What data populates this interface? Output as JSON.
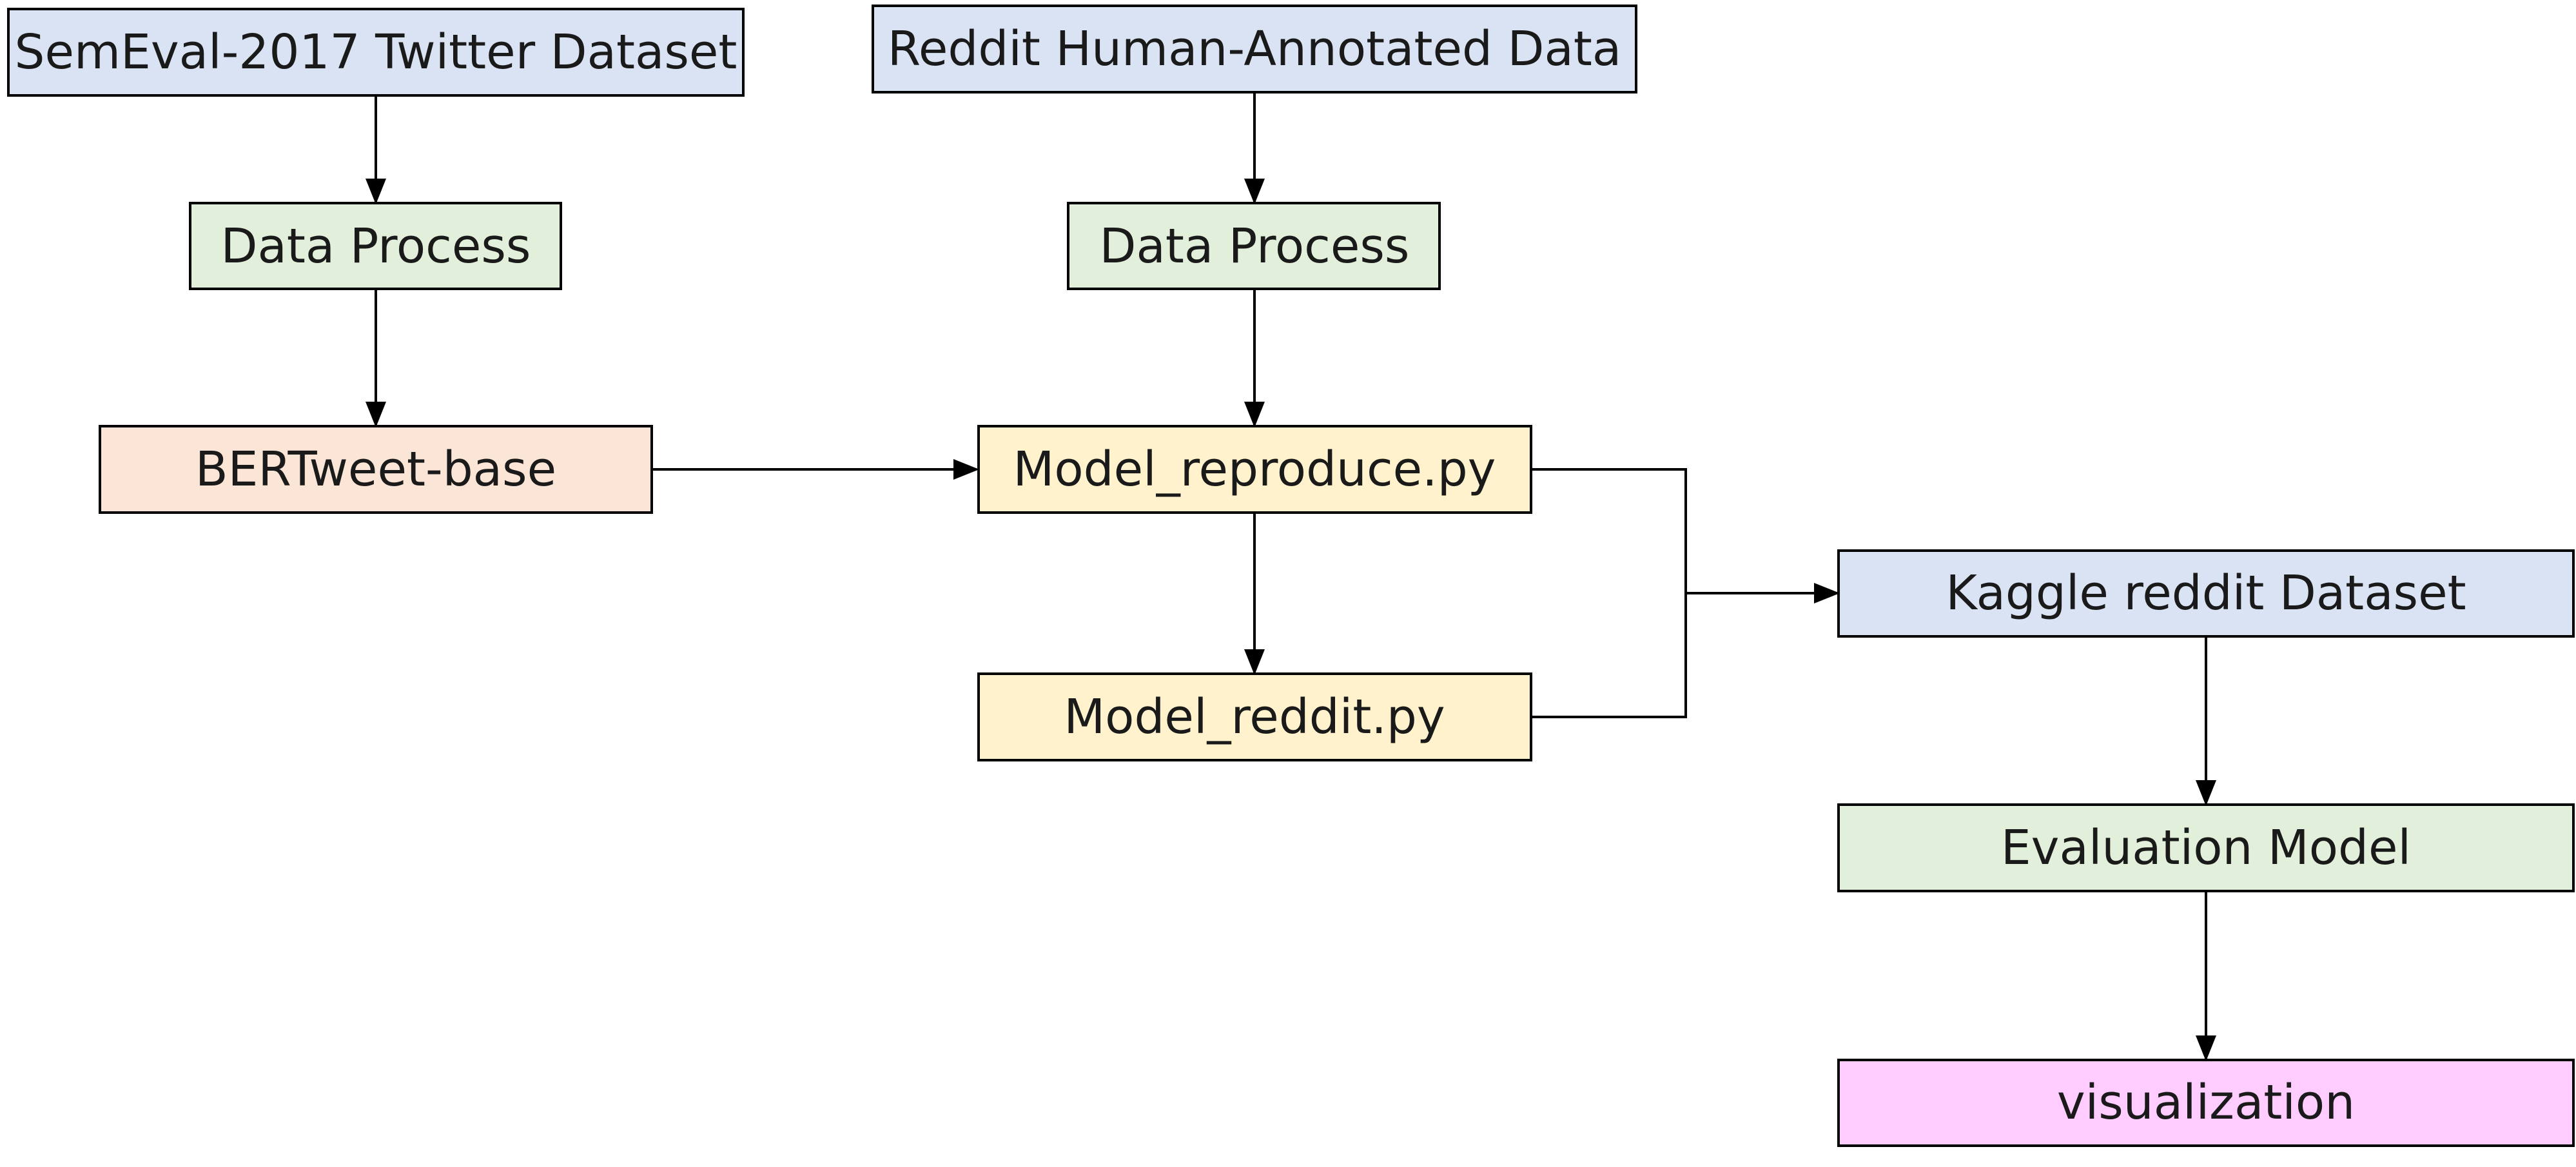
{
  "colors": {
    "blue": "#dae3f3",
    "green": "#e2efda",
    "orange": "#fbe5d6",
    "yellow": "#fff2cc",
    "pink": "#ffccff",
    "line": "#000000"
  },
  "nodes": {
    "semeval": {
      "label": "SemEval-2017 Twitter Dataset",
      "fill": "blue"
    },
    "reddit_human": {
      "label": "Reddit Human-Annotated Data",
      "fill": "blue"
    },
    "data_process_left": {
      "label": "Data Process",
      "fill": "green"
    },
    "data_process_right": {
      "label": "Data Process",
      "fill": "green"
    },
    "bertweet": {
      "label": "BERTweet-base",
      "fill": "orange"
    },
    "model_reproduce": {
      "label": "Model_reproduce.py",
      "fill": "yellow"
    },
    "model_reddit": {
      "label": "Model_reddit.py",
      "fill": "yellow"
    },
    "kaggle": {
      "label": "Kaggle reddit Dataset",
      "fill": "blue"
    },
    "evaluation": {
      "label": "Evaluation Model",
      "fill": "green"
    },
    "visualization": {
      "label": "visualization",
      "fill": "pink"
    }
  },
  "edges": [
    {
      "from": "semeval",
      "to": "data_process_left"
    },
    {
      "from": "data_process_left",
      "to": "bertweet"
    },
    {
      "from": "reddit_human",
      "to": "data_process_right"
    },
    {
      "from": "data_process_right",
      "to": "model_reproduce"
    },
    {
      "from": "bertweet",
      "to": "model_reproduce"
    },
    {
      "from": "model_reproduce",
      "to": "model_reddit"
    },
    {
      "from": "model_reproduce",
      "to": "kaggle"
    },
    {
      "from": "model_reddit",
      "to": "kaggle"
    },
    {
      "from": "kaggle",
      "to": "evaluation"
    },
    {
      "from": "evaluation",
      "to": "visualization"
    }
  ]
}
